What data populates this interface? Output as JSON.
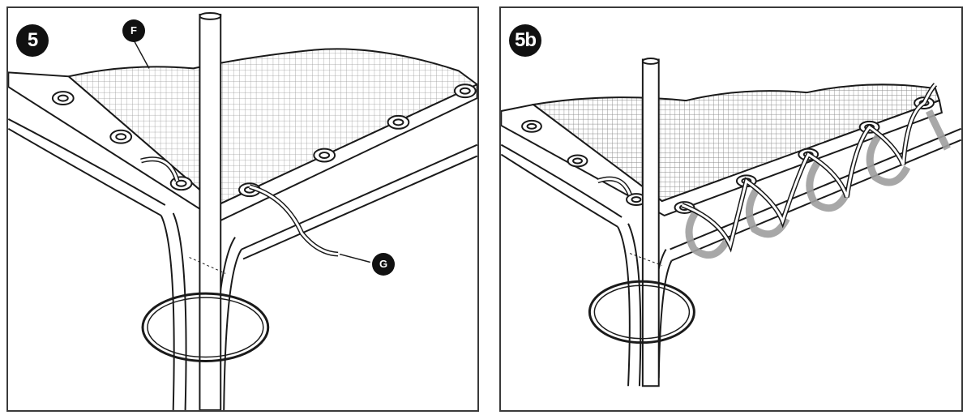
{
  "panels": [
    {
      "step_label": "5",
      "callouts": [
        "F",
        "G"
      ]
    },
    {
      "step_label": "5b",
      "callouts": []
    }
  ],
  "colors": {
    "ink": "#1a1a1a",
    "badge": "#111111",
    "mesh": "#9a9a9a",
    "motion_arrow": "#9e9e9e"
  },
  "icons": [
    "mesh-net",
    "frame-pole",
    "grommet",
    "bungee-cord",
    "motion-arrow"
  ]
}
